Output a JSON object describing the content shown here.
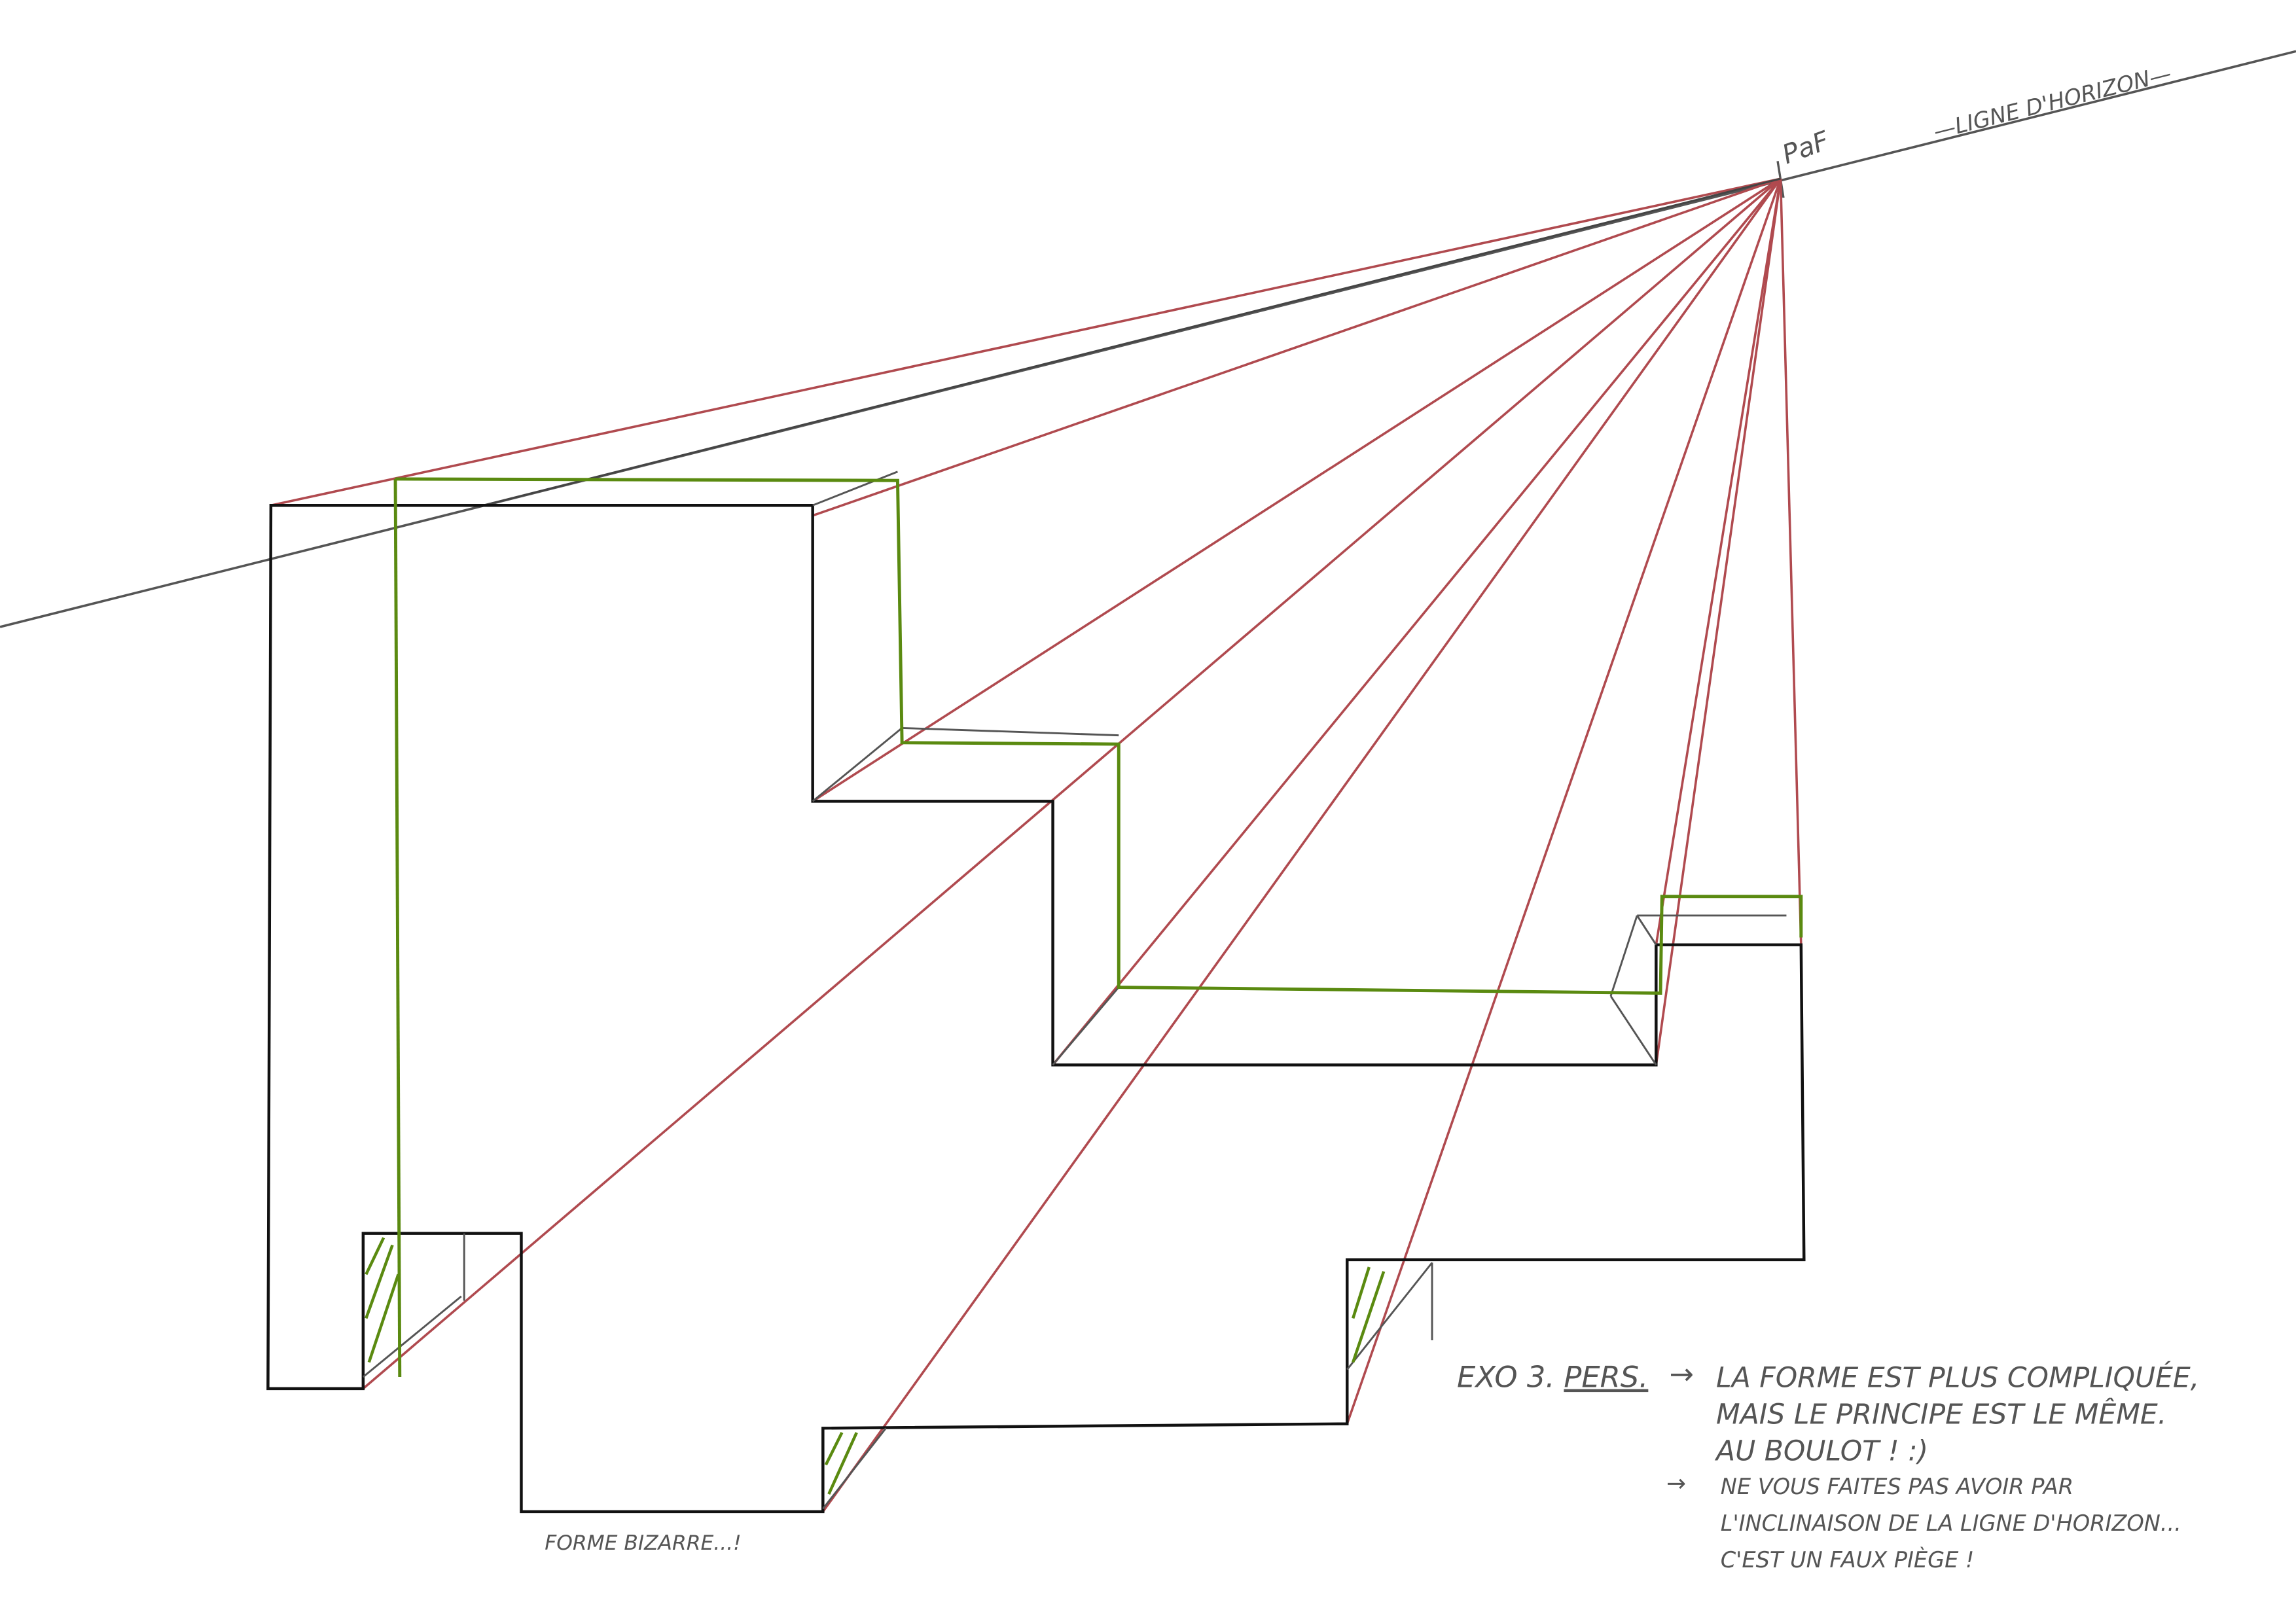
{
  "labels": {
    "vanishing_point": "PaF",
    "horizon": "—LIGNE D'HORIZON—",
    "shape_caption": "FORME BIZARRE...!"
  },
  "note": {
    "title": "EXO 3.",
    "subject": "PERS.",
    "arrow": "→",
    "lines": [
      "LA FORME EST PLUS COMPLIQUÉE,",
      "MAIS LE PRINCIPE EST LE MÊME.",
      "AU BOULOT ! :)"
    ],
    "arrow2": "→",
    "lines2": [
      "NE VOUS FAITES PAS AVOIR PAR",
      "L'INCLINAISON DE LA LIGNE D'HORIZON...",
      "C'EST UN FAUX PIÈGE !"
    ]
  },
  "colors": {
    "construction": "#b04a4f",
    "back_edges": "#5a8a10",
    "outline": "#111111",
    "horizon": "#555555"
  }
}
